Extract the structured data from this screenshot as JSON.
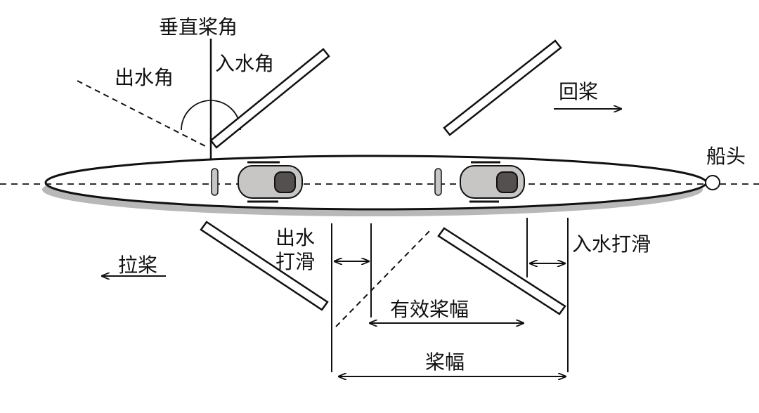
{
  "labels": {
    "vertical_angle": "垂直桨角",
    "entry_angle": "入水角",
    "exit_angle": "出水角",
    "recovery": "回桨",
    "bow": "船头",
    "exit_slip_1": "出水",
    "exit_slip_2": "打滑",
    "entry_slip": "入水打滑",
    "drive": "拉桨",
    "effective_arc": "有效桨幅",
    "total_arc": "桨幅"
  },
  "colors": {
    "line": "#111111",
    "hull_shadow": "#b8b8b8",
    "seat": "#c8c6c4",
    "seat_dark": "#555050"
  }
}
